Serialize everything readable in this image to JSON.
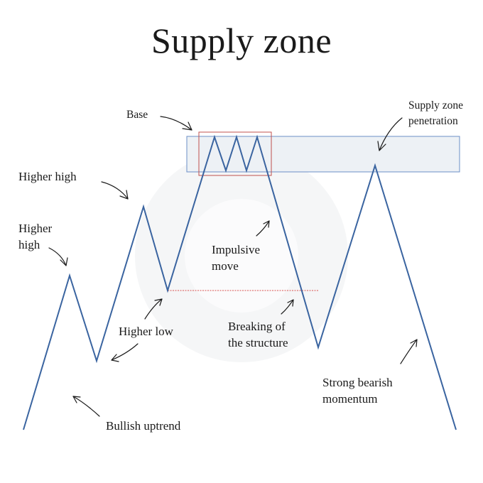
{
  "title": "Supply zone",
  "labels": {
    "base": "Base",
    "supply_zone_penetration_1": "Supply zone",
    "supply_zone_penetration_2": "penetration",
    "higher_high_top": "Higher high",
    "higher_high_left_1": "Higher",
    "higher_high_left_2": "high",
    "impulsive_move_1": "Impulsive",
    "impulsive_move_2": "move",
    "higher_low": "Higher low",
    "breaking_structure_1": "Breaking of",
    "breaking_structure_2": "the structure",
    "strong_bearish_1": "Strong bearish",
    "strong_bearish_2": "momentum",
    "bullish_uptrend": "Bullish uptrend"
  },
  "colors": {
    "price_line": "#3a64a0",
    "zone_fill": "#edf1f5",
    "zone_border": "#6b8fc7",
    "base_box": "#c0504d",
    "break_line": "#d9534f",
    "text": "#1a1a1a"
  }
}
